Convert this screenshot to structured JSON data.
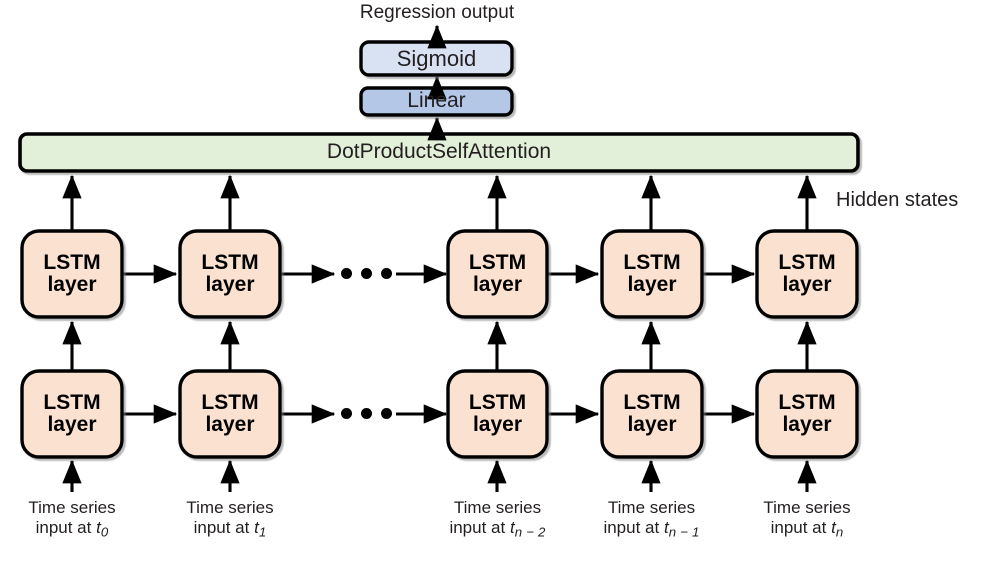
{
  "diagram": {
    "title": "LSTM with Dot-Product Self-Attention regression architecture",
    "colors": {
      "lstm_fill": "#fbe1d0",
      "attention_fill": "#e2efd9",
      "sigmoid_fill": "#d9e2f3",
      "linear_fill": "#b4c7e7",
      "stroke": "#000000",
      "text": "#231f20"
    }
  },
  "output": {
    "label": "Regression output"
  },
  "head": {
    "sigmoid": {
      "label": "Sigmoid"
    },
    "linear": {
      "label": "Linear"
    }
  },
  "attention": {
    "label": "DotProductSelfAttention"
  },
  "hidden_states": {
    "label": "Hidden states"
  },
  "lstm": {
    "label_line1": "LSTM",
    "label_line2": "layer",
    "rows": [
      {
        "name": "top-row",
        "cells": [
          {
            "label_line1": "LSTM",
            "label_line2": "layer"
          },
          {
            "label_line1": "LSTM",
            "label_line2": "layer"
          },
          {
            "label_line1": "LSTM",
            "label_line2": "layer"
          },
          {
            "label_line1": "LSTM",
            "label_line2": "layer"
          },
          {
            "label_line1": "LSTM",
            "label_line2": "layer"
          }
        ],
        "ellipsis": "•••"
      },
      {
        "name": "bottom-row",
        "cells": [
          {
            "label_line1": "LSTM",
            "label_line2": "layer"
          },
          {
            "label_line1": "LSTM",
            "label_line2": "layer"
          },
          {
            "label_line1": "LSTM",
            "label_line2": "layer"
          },
          {
            "label_line1": "LSTM",
            "label_line2": "layer"
          },
          {
            "label_line1": "LSTM",
            "label_line2": "layer"
          }
        ],
        "ellipsis": "•••"
      }
    ]
  },
  "inputs": [
    {
      "line1": "Time series",
      "line2_prefix": "input at ",
      "var": "t",
      "subscript": "0"
    },
    {
      "line1": "Time series",
      "line2_prefix": "input at ",
      "var": "t",
      "subscript": "1"
    },
    {
      "line1": "Time series",
      "line2_prefix": "input at ",
      "var": "t",
      "subscript": "n − 2"
    },
    {
      "line1": "Time series",
      "line2_prefix": "input at ",
      "var": "t",
      "subscript": "n − 1"
    },
    {
      "line1": "Time series",
      "line2_prefix": "input at ",
      "var": "t",
      "subscript": "n"
    }
  ]
}
